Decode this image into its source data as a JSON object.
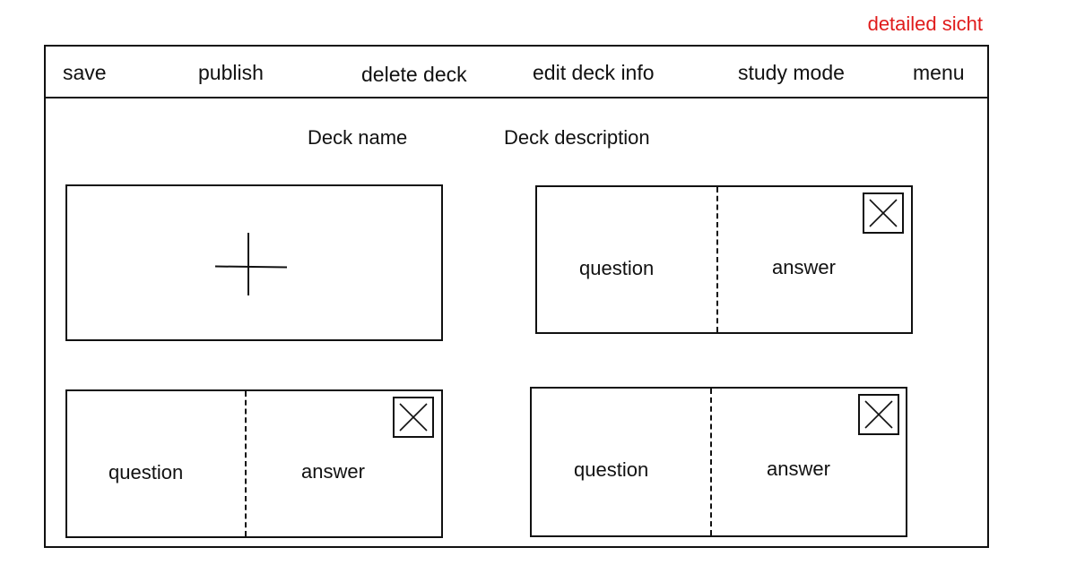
{
  "page_title": "detailed sicht",
  "toolbar": {
    "save": "save",
    "publish": "publish",
    "delete_deck": "delete deck",
    "edit_deck_info": "edit deck info",
    "study_mode": "study mode",
    "menu": "menu"
  },
  "deck": {
    "name": "Deck name",
    "description": "Deck description"
  },
  "add_card": {
    "icon": "plus-icon"
  },
  "cards": [
    {
      "question": "question",
      "answer": "answer",
      "remove_icon": "close-icon"
    },
    {
      "question": "question",
      "answer": "answer",
      "remove_icon": "close-icon"
    },
    {
      "question": "question",
      "answer": "answer",
      "remove_icon": "close-icon"
    }
  ],
  "colors": {
    "title": "#e01b1b",
    "lines": "#111111",
    "background": "#ffffff"
  }
}
